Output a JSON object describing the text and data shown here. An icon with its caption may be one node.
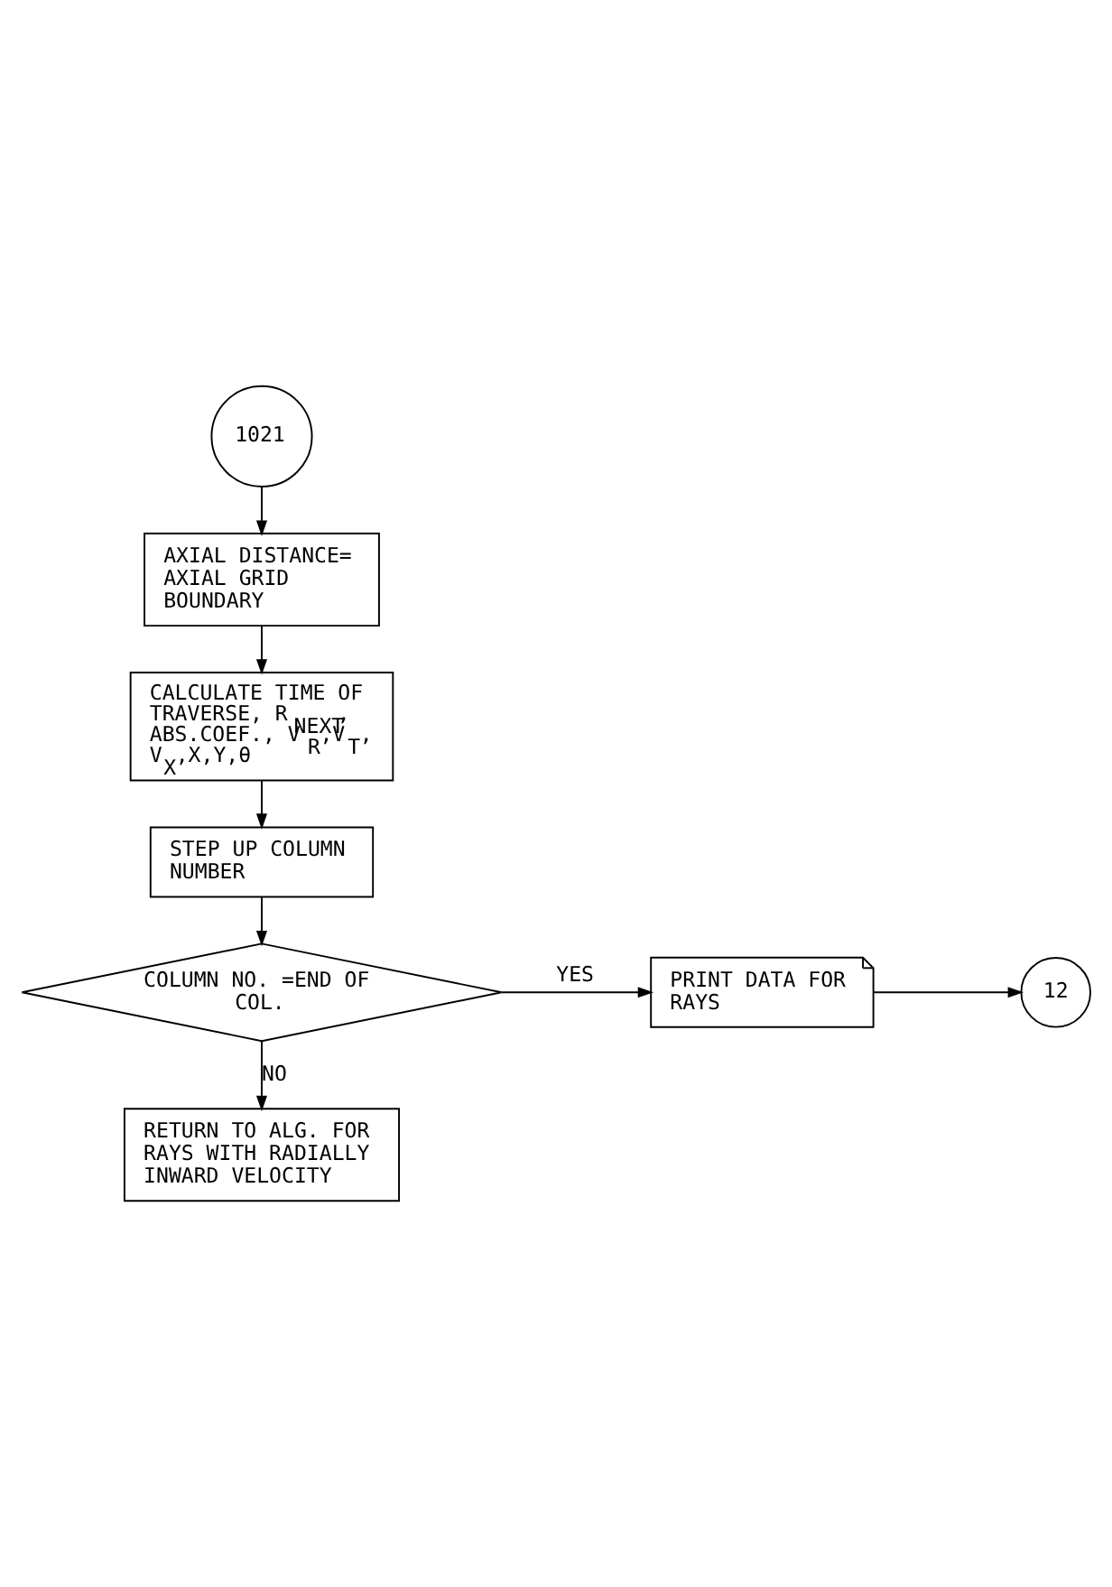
{
  "diagram": {
    "nodes": [
      {
        "text": [
          "1021"
        ]
      },
      {
        "text": [
          "AXIAL DISTANCE= AXIAL GRID BOUNDARY"
        ]
      },
      {
        "text": [
          "CALCULATE TIME OF TRAVERSE, R$_{NEXT}$, ABS.COEF., V$_{R}$,V$_{T}$, V$_{X}$,X,Y,θ"
        ]
      },
      {
        "text": [
          "STEP UP COLUMN NUMBER"
        ]
      },
      {
        "text": [
          "COLUMN NO. =END OF COL."
        ]
      },
      {
        "text": [
          "PRINT DATA FOR RAYS"
        ]
      },
      {
        "text": [
          "12"
        ]
      },
      {
        "text": [
          "RETURN TO ALG. FOR RAYS WITH RADIALLY INWARD VELOCITY"
        ]
      }
    ],
    "edges": [
      {
        "from": 0,
        "to": 1,
        "arrow": "to"
      },
      {
        "from": 1,
        "to": 2,
        "arrow": "to"
      },
      {
        "from": 2,
        "to": 3,
        "arrow": "to"
      },
      {
        "from": 3,
        "to": 4,
        "arrow": "to"
      },
      {
        "from": 4,
        "to": 5,
        "arrow": "to",
        "label": "YES"
      },
      {
        "from": 5,
        "to": 6,
        "arrow": "to"
      },
      {
        "from": 4,
        "to": 7,
        "arrow": "to",
        "label": "NO"
      }
    ]
  }
}
